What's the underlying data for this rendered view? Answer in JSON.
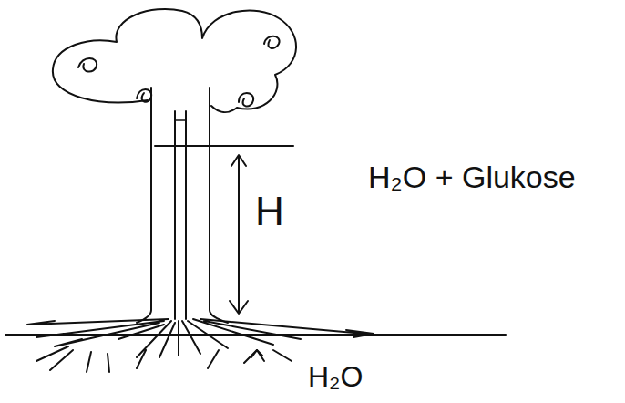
{
  "diagram": {
    "labels": [
      "H",
      "H₂O + Glukose",
      "H₂O"
    ]
  }
}
